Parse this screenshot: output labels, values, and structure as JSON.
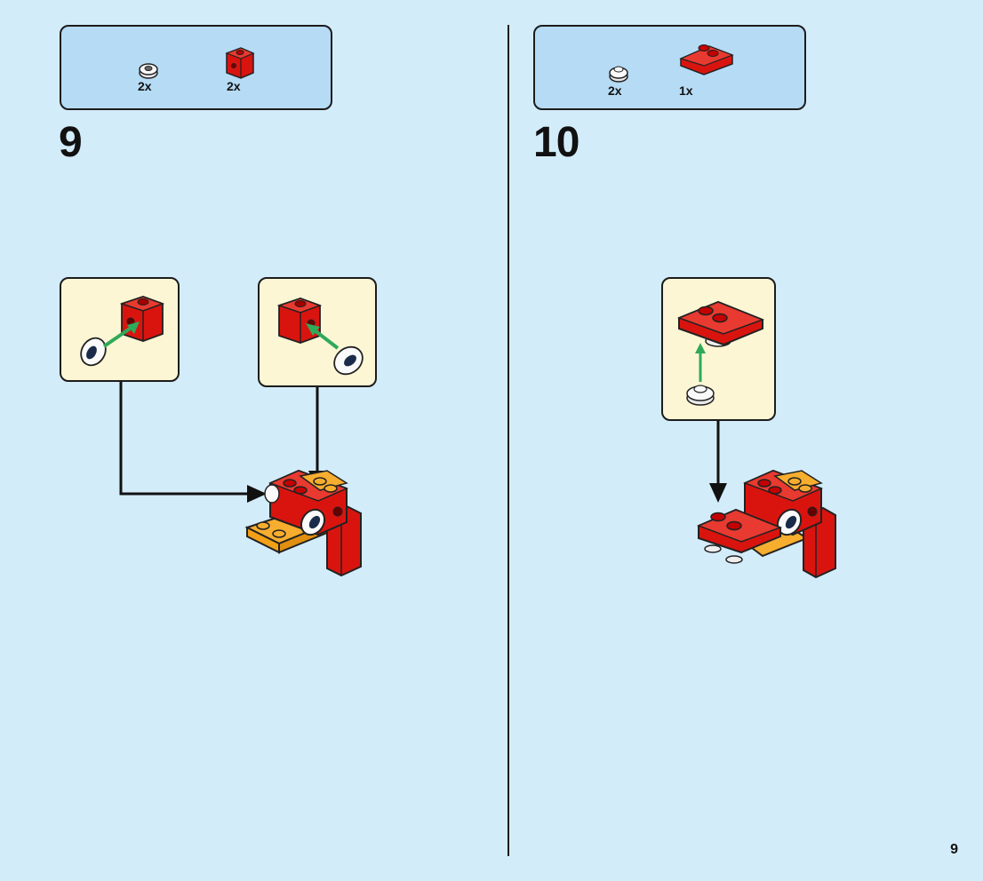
{
  "steps": [
    {
      "number": "9",
      "parts": [
        {
          "icon": "round-plate-white-icon",
          "qty": "2x"
        },
        {
          "icon": "red-bracket-brick-icon",
          "qty": "2x"
        }
      ]
    },
    {
      "number": "10",
      "parts": [
        {
          "icon": "round-plate-white-icon",
          "qty": "2x"
        },
        {
          "icon": "red-wedge-plate-icon",
          "qty": "1x"
        }
      ]
    }
  ],
  "page_number": "9",
  "colors": {
    "background": "#d3ecfa",
    "parts_box": "#b6dbf5",
    "callout": "#fdf6d4",
    "red": "#d9140f",
    "orange": "#f7ad2e",
    "green_arrow": "#2faa5a"
  }
}
